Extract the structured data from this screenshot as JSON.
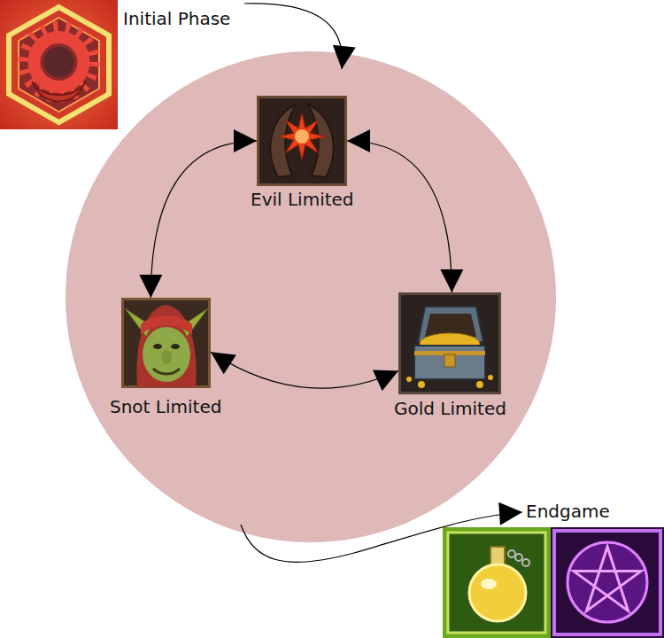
{
  "diagram": {
    "nodes": [
      {
        "text": [
          "Initial Phase"
        ]
      },
      {
        "text": [
          "Evil Limited"
        ]
      },
      {
        "text": [
          "Snot Limited"
        ]
      },
      {
        "text": [
          "Gold Limited"
        ]
      },
      {
        "text": [
          "Endgame"
        ]
      }
    ],
    "edges": [
      {
        "from": 1,
        "to": 2,
        "arrow": "both"
      },
      {
        "from": 1,
        "to": 3,
        "arrow": "both"
      },
      {
        "from": 2,
        "to": 3,
        "arrow": "both"
      }
    ]
  }
}
